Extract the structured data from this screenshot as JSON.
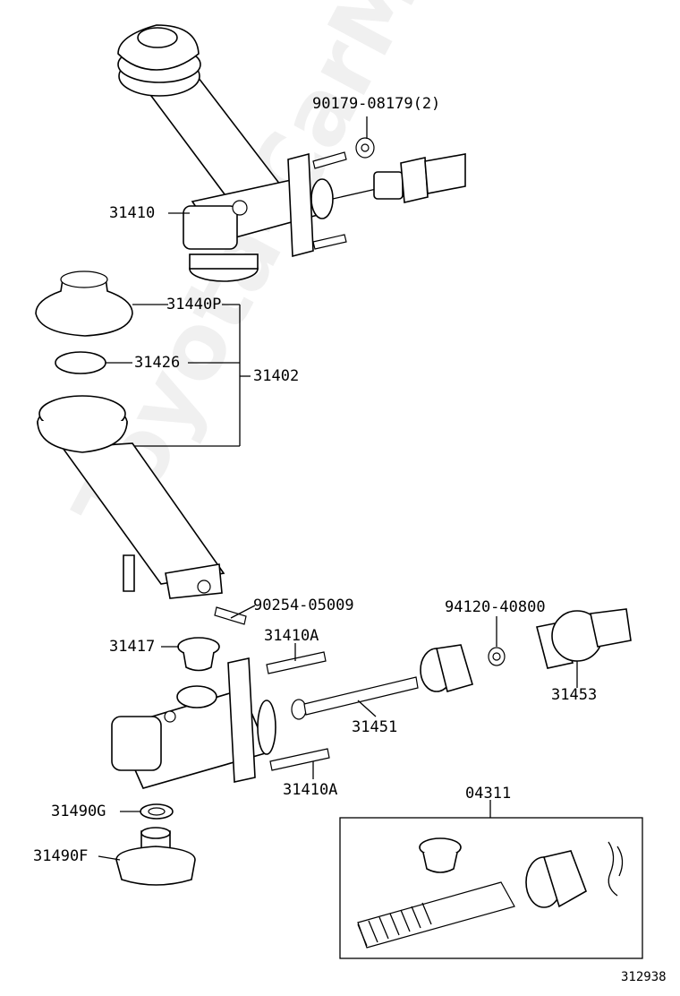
{
  "diagram": {
    "figure_number": "312938",
    "watermark": "Toyota-CarMine.ru",
    "parts": [
      {
        "id": "p1",
        "label": "90179-08179(2)"
      },
      {
        "id": "p2",
        "label": "31410"
      },
      {
        "id": "p3",
        "label": "31440P"
      },
      {
        "id": "p4",
        "label": "31426"
      },
      {
        "id": "p5",
        "label": "31402"
      },
      {
        "id": "p6",
        "label": "90254-05009"
      },
      {
        "id": "p7",
        "label": "94120-40800"
      },
      {
        "id": "p8",
        "label": "31417"
      },
      {
        "id": "p9",
        "label": "31410A"
      },
      {
        "id": "p10",
        "label": "31453"
      },
      {
        "id": "p11",
        "label": "31451"
      },
      {
        "id": "p12",
        "label": "31410A"
      },
      {
        "id": "p13",
        "label": "04311"
      },
      {
        "id": "p14",
        "label": "31490G"
      },
      {
        "id": "p15",
        "label": "31490F"
      }
    ]
  }
}
